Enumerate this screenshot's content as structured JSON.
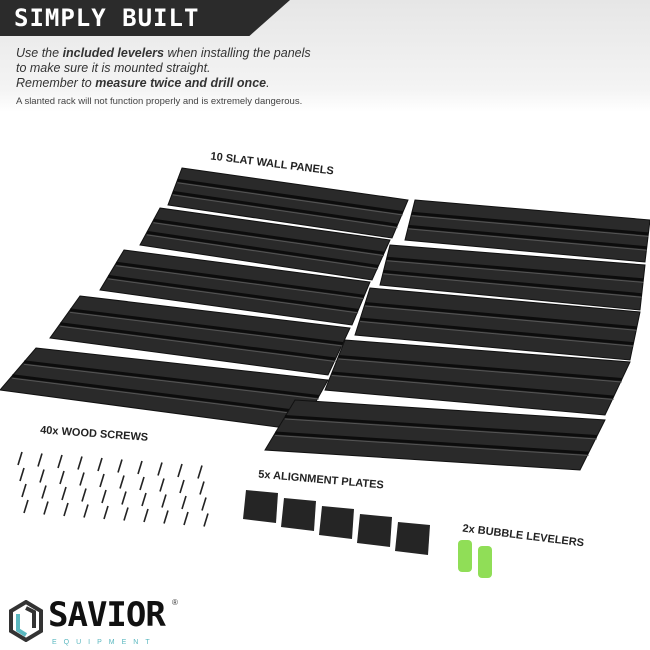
{
  "header": {
    "title": "SIMPLY BUILT",
    "line1_a": "Use the ",
    "line1_b": "included levelers",
    "line1_c": " when installing the panels",
    "line2": "to make sure it is mounted straight.",
    "line3_a": "Remember to ",
    "line3_b": "measure twice and drill once",
    "line3_c": ".",
    "warning": "A slanted rack will not function properly and is extremely dangerous."
  },
  "labels": {
    "panels": "10 SLAT WALL PANELS",
    "screws": "40x WOOD SCREWS",
    "plates": "5x ALIGNMENT PLATES",
    "levelers": "2x BUBBLE LEVELERS"
  },
  "brand": {
    "name": "SAVIOR",
    "reg": "®",
    "sub": "EQUIPMENT"
  },
  "colors": {
    "panel": "#2a2a2a",
    "accent": "#5bb8c0",
    "level": "#7cd83a"
  }
}
